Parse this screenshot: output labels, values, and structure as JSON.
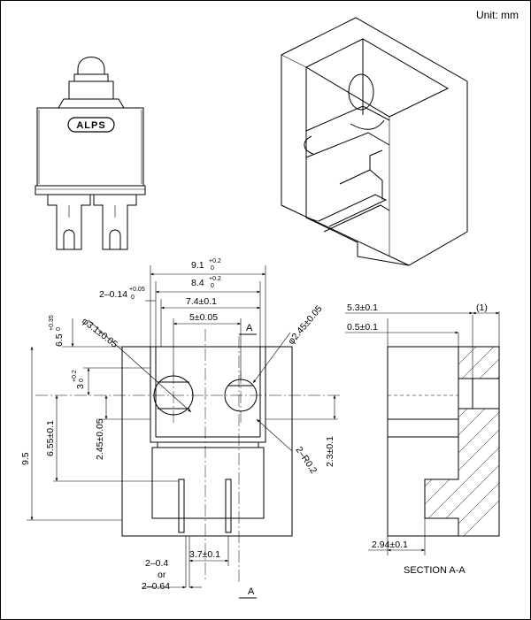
{
  "unit_label": "Unit: mm",
  "brand_logo": "ALPS",
  "section_label": "SECTION A-A",
  "section_marks": {
    "top": "A",
    "bottom": "A"
  },
  "dimensions": {
    "width_91": {
      "value": "9.1",
      "tol_upper": "+0.2",
      "tol_lower": "0"
    },
    "width_84": {
      "value": "8.4",
      "tol_upper": "+0.2",
      "tol_lower": "0"
    },
    "width_74": {
      "value": "7.4±0.1"
    },
    "width_5": {
      "value": "5±0.05"
    },
    "slot_014": {
      "value": "2–0.14",
      "tol_upper": "+0.05",
      "tol_lower": "0"
    },
    "hole_31": {
      "value": "φ3.1±0.05"
    },
    "hole_245": {
      "value": "φ2.45±0.05"
    },
    "height_65": {
      "value": "6.5",
      "tol_upper": "+0.35",
      "tol_lower": "0"
    },
    "height_3": {
      "value": "3",
      "tol_upper": "+0.2",
      "tol_lower": "0"
    },
    "height_655": {
      "value": "6.55±0.1"
    },
    "height_245": {
      "value": "2.45±0.05"
    },
    "height_95": {
      "value": "9.5"
    },
    "height_23": {
      "value": "2.3±0.1"
    },
    "radius": {
      "value": "2–R0.2"
    },
    "pitch_37": {
      "value": "3.7±0.1"
    },
    "slot_04_a": {
      "value": "2–0.4"
    },
    "slot_04_or": {
      "value": "or"
    },
    "slot_04_b": {
      "value": "2–0.64"
    },
    "sec_53": {
      "value": "5.3±0.1"
    },
    "sec_1": {
      "value": "(1)"
    },
    "sec_05": {
      "value": "0.5±0.1"
    },
    "sec_294": {
      "value": "2.94±0.1"
    }
  }
}
